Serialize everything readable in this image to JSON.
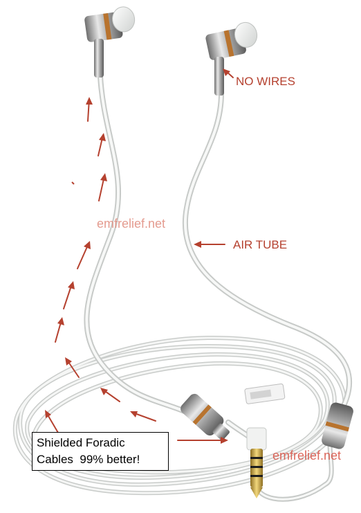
{
  "labels": {
    "no_wires": "NO WIRES",
    "air_tube": "AIR TUBE"
  },
  "watermark": {
    "top": "emfrelief.net",
    "bottom": "emfrelief.net"
  },
  "callout": {
    "line1": "Shielded Foradic",
    "line2": "Cables  99% better!"
  },
  "colors": {
    "annotation_red": "#b5412f",
    "cable_white": "#eef0ee",
    "metal": "#9a9a9a",
    "copper_ring": "#b8732e",
    "plug_gold": "#c9a544"
  }
}
